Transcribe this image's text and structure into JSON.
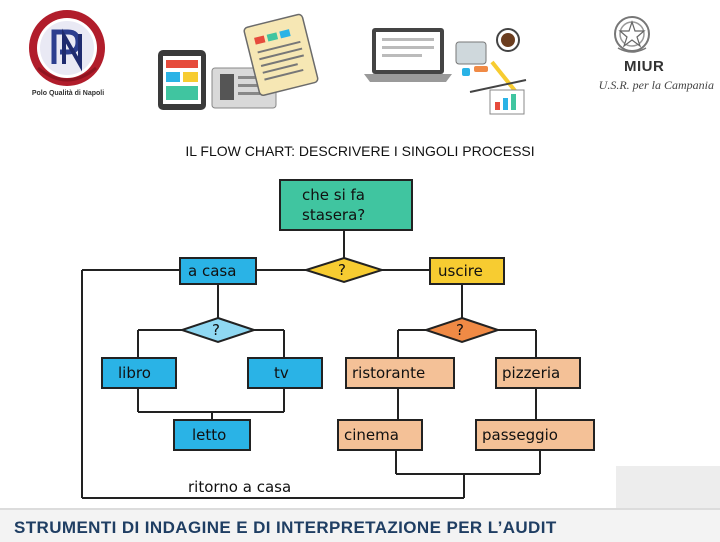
{
  "header": {
    "logo_caption": "Polo Qualità di Napoli",
    "miur_title": "MIUR",
    "miur_subtitle": "U.S.R. per la Campania"
  },
  "title": "IL FLOW CHART: DESCRIVERE I SINGOLI PROCESSI",
  "flowchart": {
    "start": "che si fa stasera?",
    "start_line1": "che si fa",
    "start_line2": "stasera?",
    "decision_main": "?",
    "home": "a casa",
    "out": "uscire",
    "decision_home": "?",
    "decision_out": "?",
    "book": "libro",
    "tv": "tv",
    "read": "letto",
    "restaurant": "ristorante",
    "pizzeria": "pizzeria",
    "cinema": "cinema",
    "walk": "passeggio",
    "return": "ritorno a casa"
  },
  "colors": {
    "green": "#40c5a0",
    "blue": "#2ab3e6",
    "yellow": "#f7cc31",
    "orange": "#f08a45",
    "light_orange": "#f4c197",
    "diamond_blue": "#8fd8f2",
    "footer_text": "#1f3e63"
  },
  "footer": {
    "text": "STRUMENTI DI INDAGINE E DI INTERPRETAZIONE PER L’AUDIT"
  }
}
